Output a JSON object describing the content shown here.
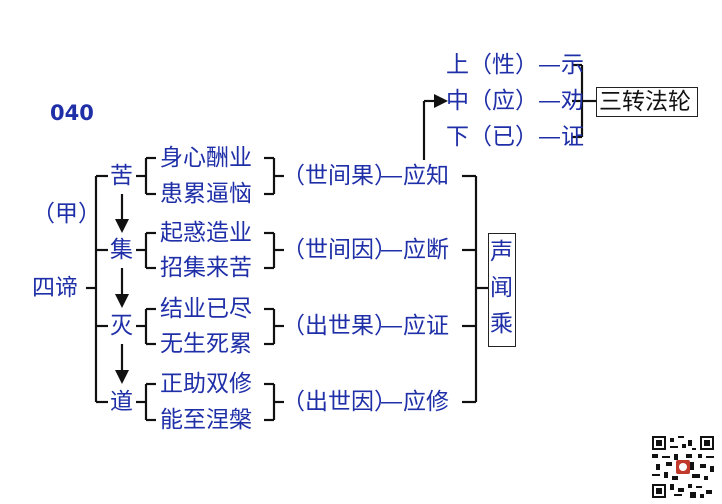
{
  "page_number": "040",
  "root": {
    "paren_label": "（甲）",
    "label": "四谛"
  },
  "truths": [
    {
      "name": "苦",
      "items": [
        "身心酬业",
        "患累逼恼"
      ],
      "category": "（世间果）",
      "action": "—应知"
    },
    {
      "name": "集",
      "items": [
        "起惑造业",
        "招集来苦"
      ],
      "category": "（世间因）",
      "action": "—应断"
    },
    {
      "name": "灭",
      "items": [
        "结业已尽",
        "无生死累"
      ],
      "category": "（出世果）",
      "action": "—应证"
    },
    {
      "name": "道",
      "items": [
        "正助双修",
        "能至涅槃"
      ],
      "category": "（出世因）",
      "action": "—应修"
    }
  ],
  "vehicle": [
    "声",
    "闻",
    "乘"
  ],
  "turnings": [
    "上（性）—示",
    "中（应）—劝",
    "下（已）—证"
  ],
  "dharma_wheel": "三转法轮",
  "qr_icon": "qr-code-icon"
}
